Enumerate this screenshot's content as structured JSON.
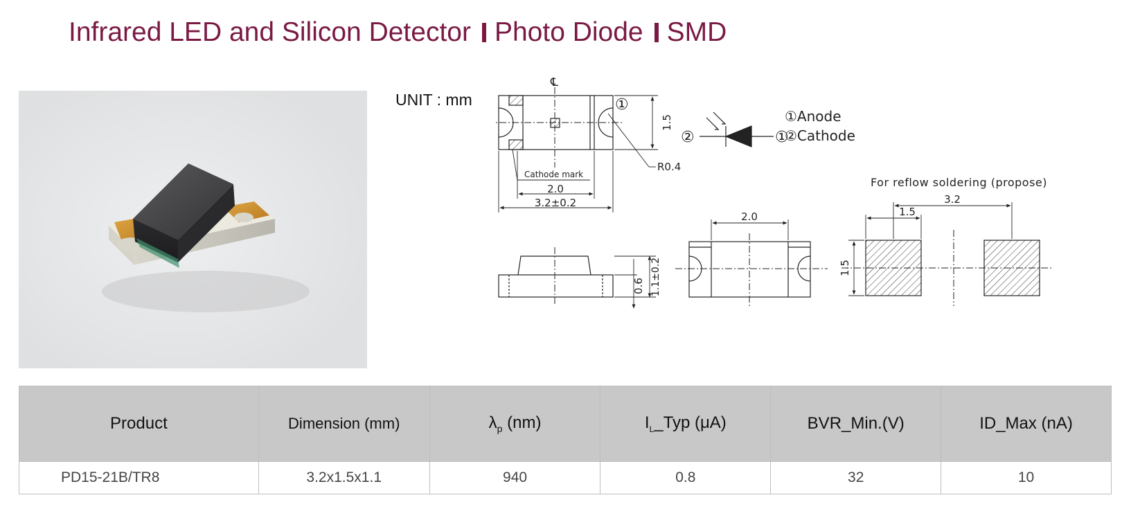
{
  "title": {
    "part1": "Infrared LED and Silicon Detector",
    "part2": "Photo Diode",
    "part3": "SMD"
  },
  "unit_label": "UNIT : mm",
  "drawing": {
    "centerline": "℄",
    "pin1": "①",
    "pin2": "②",
    "height_dim": "1.5",
    "radius_label": "R0.4",
    "cathode_mark": "Cathode mark",
    "inner_width_dim": "2.0",
    "outer_width_dim": "3.2±0.2",
    "legend_anode": "①Anode",
    "legend_cathode": "②Cathode",
    "side_dim_06": "0.6",
    "side_dim_11": "1.1±0.2",
    "bottom_width_dim": "2.0",
    "reflow_title": "For reflow soldering (propose)",
    "pad_pitch_dim": "3.2",
    "pad_width_dim": "1.5",
    "pad_height_dim": "1.5"
  },
  "table": {
    "headers": [
      "Product",
      "Dimension (mm)",
      "λ",
      "I",
      "BVR_Min.(V)",
      "ID_Max (nA)"
    ],
    "header_parts": {
      "lambda_sub": "p",
      "lambda_unit": " (nm)",
      "il_sub": "L",
      "il_rest": "_Typ (μA)"
    },
    "rows": [
      [
        "PD15-21B/TR8",
        "3.2x1.5x1.1",
        "940",
        "0.8",
        "32",
        "10"
      ]
    ]
  }
}
